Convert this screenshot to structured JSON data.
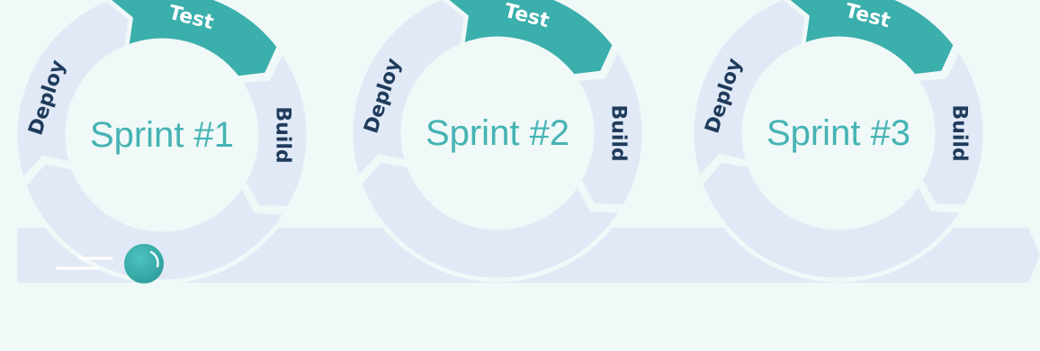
{
  "colors": {
    "background": "#f0f8f8",
    "track": "#e0e9f5",
    "test_segment": "#3aafac",
    "label_dark": "#1f3b5c",
    "label_light": "#ffffff",
    "sprint_text": "#45b3b3",
    "ball": "#3aafac"
  },
  "sprints": [
    {
      "title": "Sprint #1",
      "segments": {
        "test": "Test",
        "build": "Build",
        "deploy": "Deploy"
      }
    },
    {
      "title": "Sprint #2",
      "segments": {
        "test": "Test",
        "build": "Build",
        "deploy": "Deploy"
      }
    },
    {
      "title": "Sprint #3",
      "segments": {
        "test": "Test",
        "build": "Build",
        "deploy": "Deploy"
      }
    }
  ],
  "icons": {
    "progress_ball": "ball-icon",
    "speed_lines": "motion-lines-icon",
    "track_arrow": "arrow-right-icon"
  }
}
